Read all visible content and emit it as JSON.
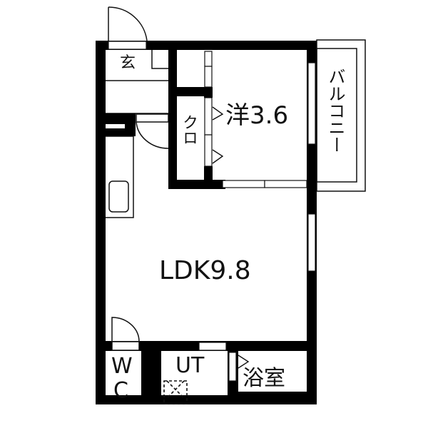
{
  "floor_plan": {
    "rooms": [
      {
        "id": "genkan",
        "label": "玄"
      },
      {
        "id": "western",
        "label": "洋3.6"
      },
      {
        "id": "closet",
        "label": "クロ"
      },
      {
        "id": "balcony",
        "label": "バルコニー"
      },
      {
        "id": "ldk",
        "label": "LDK9.8"
      },
      {
        "id": "wc_w",
        "label": "W"
      },
      {
        "id": "wc_c",
        "label": "C"
      },
      {
        "id": "ut",
        "label": "UT"
      },
      {
        "id": "bath",
        "label": "浴室"
      }
    ],
    "colors": {
      "wall": "#000000",
      "background": "#ffffff",
      "line": "#111111"
    }
  }
}
